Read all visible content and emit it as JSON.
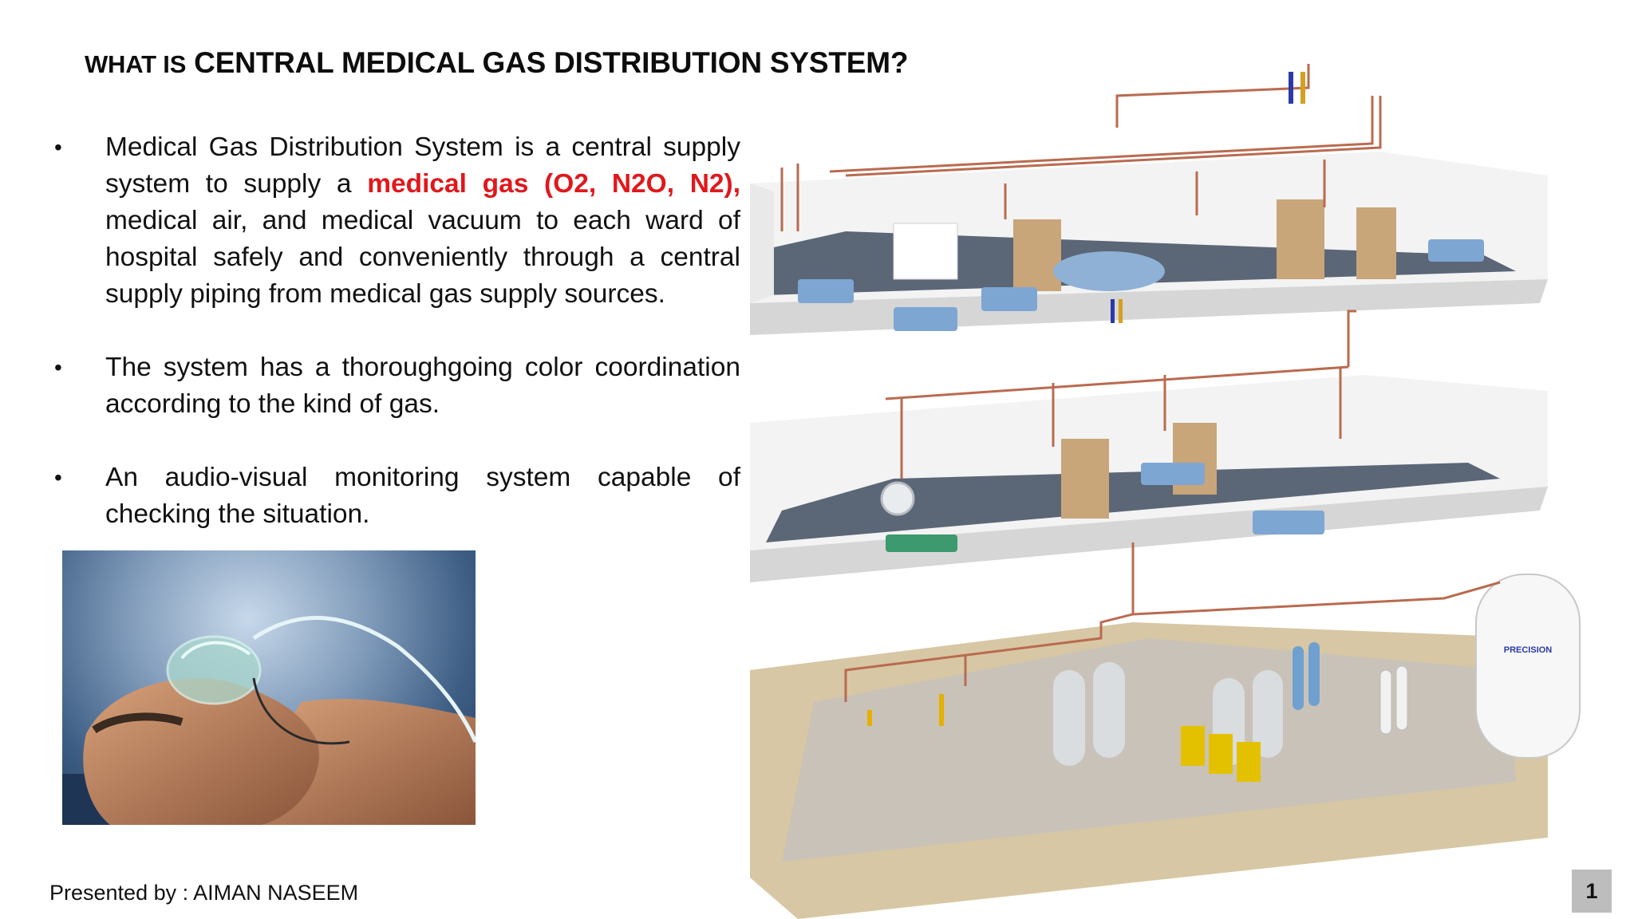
{
  "slide": {
    "title_prefix": "WHAT IS",
    "title_main": "CENTRAL MEDICAL GAS DISTRIBUTION SYSTEM?",
    "bullets": [
      {
        "before": "Medical Gas Distribution System is a central supply system to supply a ",
        "highlight": "medical gas (O2, N2O, N2),",
        "after": " medical air, and medical vacuum to each ward of hospital safely and conveniently through a central supply piping from medical gas supply sources."
      },
      {
        "before": "The system has a thoroughgoing color coordination according to the kind of gas.",
        "highlight": "",
        "after": ""
      },
      {
        "before": "An audio-visual monitoring system capable of checking the situation.",
        "highlight": "",
        "after": ""
      }
    ],
    "bullet_symbol": "•",
    "footer": "Presented by : AIMAN NASEEM",
    "page_number": "1",
    "highlight_color": "#e0181c",
    "diagram_tank_label": "PRECISION"
  }
}
